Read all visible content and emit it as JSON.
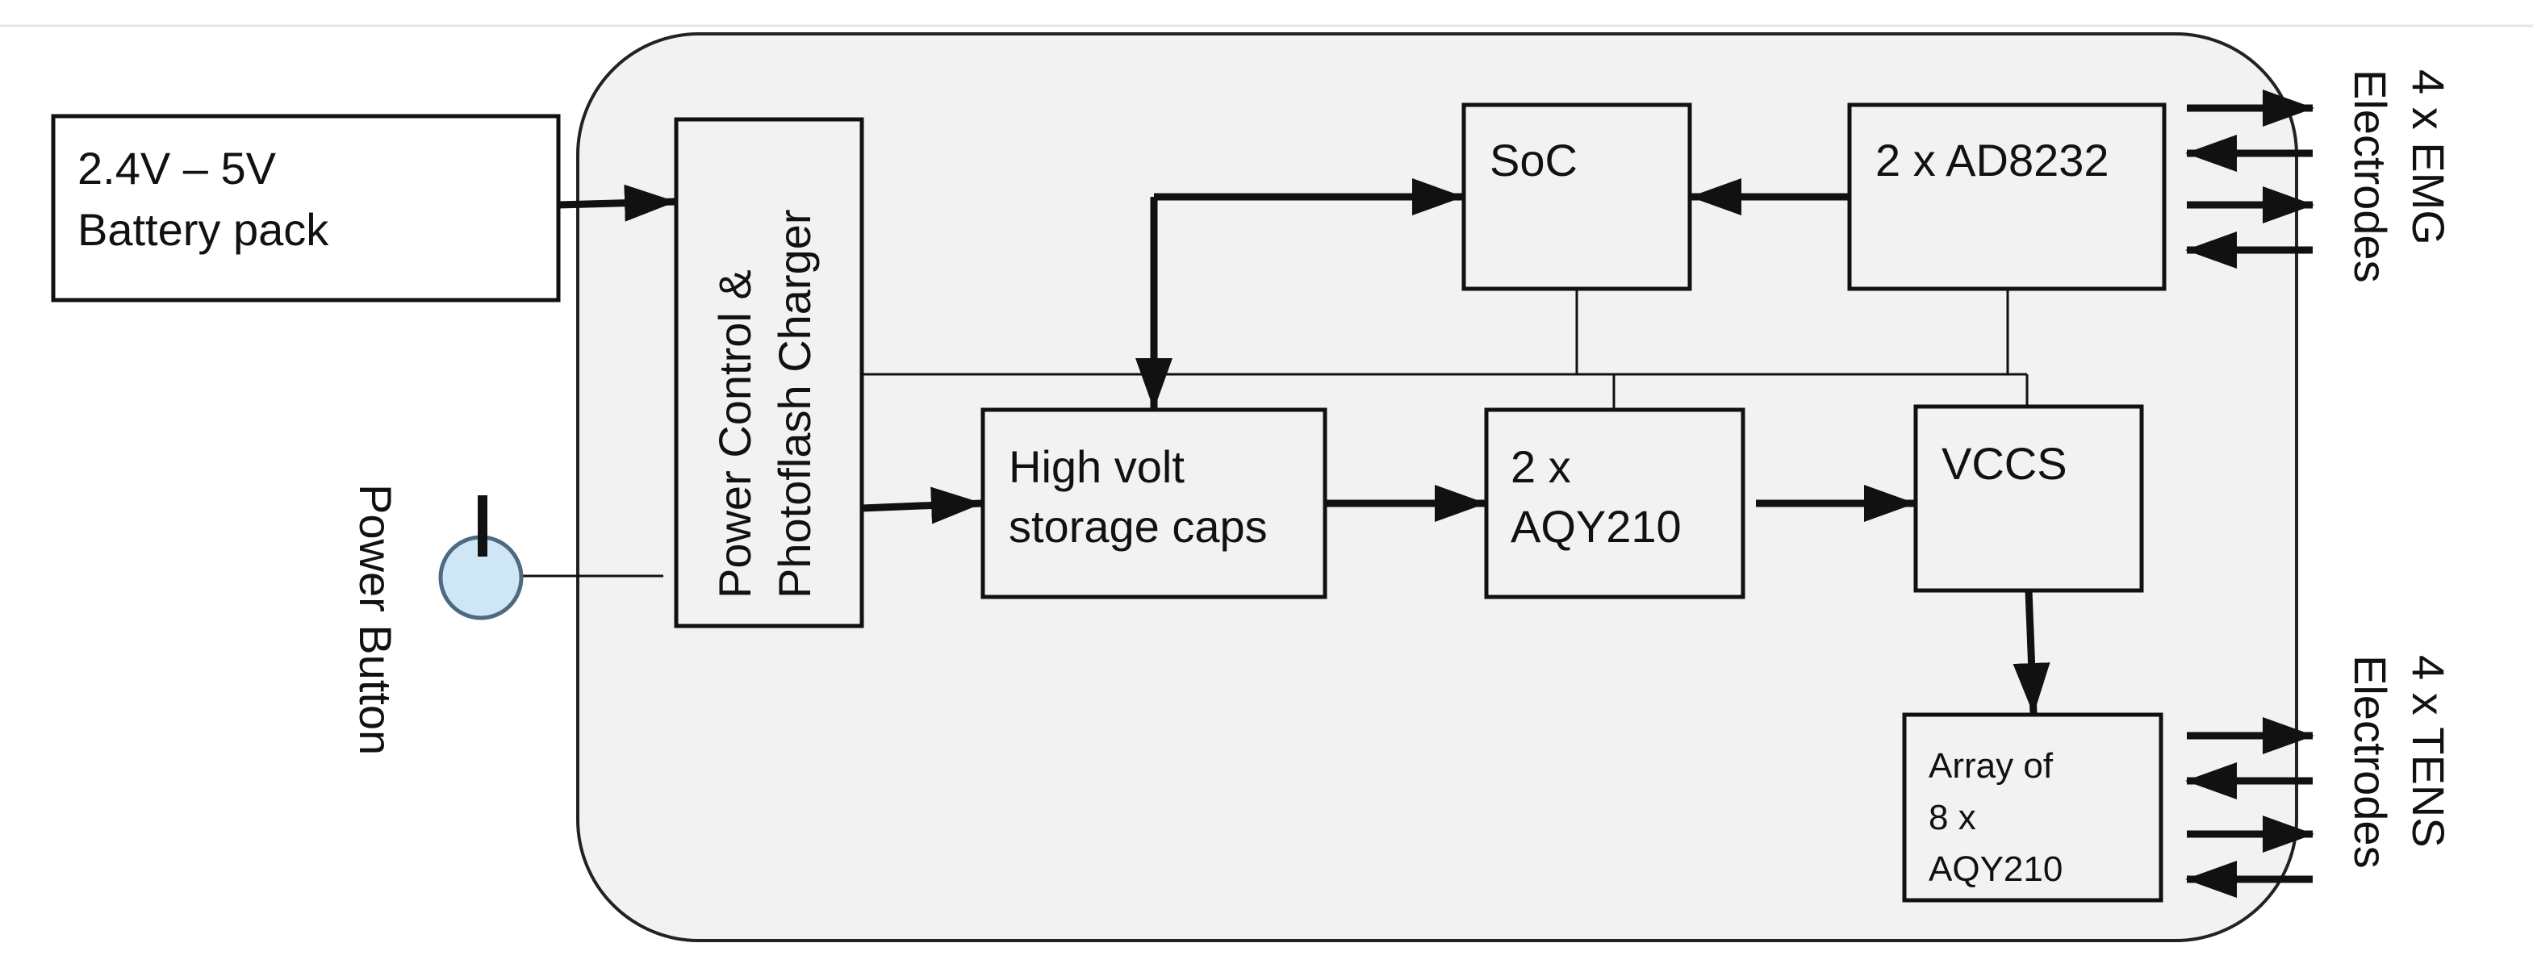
{
  "colors": {
    "board_fill": "#f2f2f2",
    "board_stroke": "#222222",
    "stroke": "#111111",
    "button_fill": "#cfe6f7",
    "button_stroke": "#4d6a80"
  },
  "blocks": {
    "battery": {
      "line1": "2.4V – 5V",
      "line2": "Battery pack"
    },
    "power": {
      "line1": "Power Control &",
      "line2": "Photoflash Charger"
    },
    "soc": {
      "label": "SoC"
    },
    "ad8232": {
      "label": "2 x AD8232"
    },
    "caps": {
      "line1": "High volt",
      "line2": "storage caps"
    },
    "aqy": {
      "line1": "2 x",
      "line2": "AQY210"
    },
    "vccs": {
      "label": "VCCS"
    },
    "array": {
      "line1": "Array of",
      "line2": "8 x",
      "line3": "AQY210"
    }
  },
  "external": {
    "power_button": "Power Button",
    "emg": {
      "line1": "4 x EMG",
      "line2": "Electrodes"
    },
    "tens": {
      "line1": "4 x TENS",
      "line2": "Electrodes"
    }
  },
  "icons": {
    "button": "power-button-icon"
  }
}
